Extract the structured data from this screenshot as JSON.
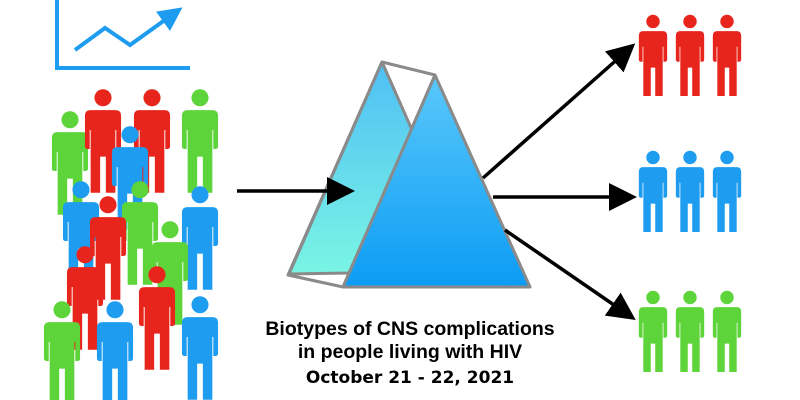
{
  "title": {
    "line1": "Biotypes of CNS complications",
    "line2": "in people living with HIV",
    "date": "October 21 - 22, 2021"
  },
  "colors": {
    "red": "#e8251c",
    "blue": "#1e9cf0",
    "green": "#5dd43a",
    "chart_icon": "#1e9cf0",
    "prism_front": "#1aa3f5",
    "prism_side": "#6fe8e6",
    "prism_edge": "#8a8a8a"
  },
  "icons": [
    "trend-chart-icon",
    "prism-icon",
    "person-icon"
  ],
  "crowd": [
    "green",
    "red",
    "red",
    "green",
    "blue",
    "blue",
    "green",
    "red",
    "blue",
    "red",
    "green",
    "red",
    "green",
    "blue",
    "blue"
  ],
  "groups": [
    {
      "color": "red",
      "count": 3
    },
    {
      "color": "blue",
      "count": 3
    },
    {
      "color": "green",
      "count": 3
    }
  ]
}
